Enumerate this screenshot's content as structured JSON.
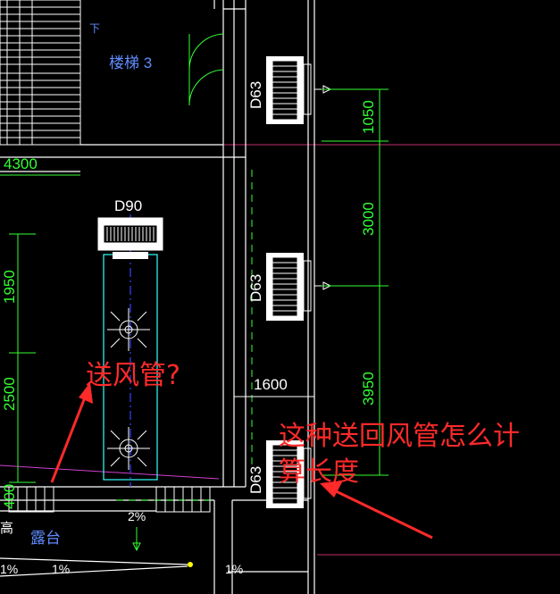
{
  "labels": {
    "stair": "楼梯 3",
    "down_mark": "下",
    "duct_top": "D63",
    "duct_mid": "D63",
    "duct_bottom": "D63",
    "duct_main": "D90",
    "balcony": "露台",
    "edge_char": "高",
    "slope_2": "2%",
    "slope_1a": "1%",
    "slope_1b": "1%",
    "slope_1c": "1%"
  },
  "dimensions": {
    "top_left": "4300",
    "right_1": "1050",
    "right_2": "3000",
    "right_3": "3950",
    "horizontal": "1600",
    "left_1": "1950",
    "left_2": "2500",
    "left_3": "400"
  },
  "annotations": {
    "question": "送风管?",
    "note_line1": "这种送回风管怎么计",
    "note_line2": "算长度"
  },
  "colors": {
    "background": "#000000",
    "wall": "#ffffff",
    "dimension": "#33ff33",
    "duct_outline": "#33ffff",
    "axis": "#3344ff",
    "grid_line": "#c0306a",
    "annotation": "#ff2a2a"
  }
}
